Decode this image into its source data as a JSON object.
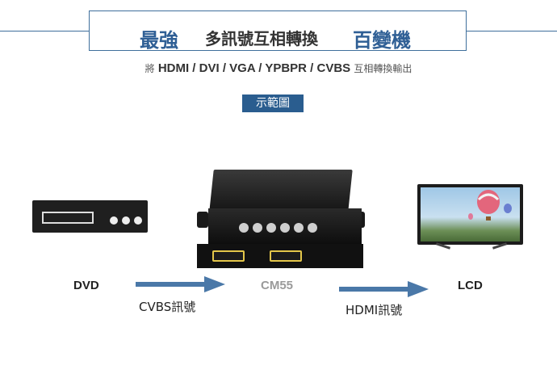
{
  "header": {
    "title_left": "最強",
    "title_middle": "多訊號互相轉換",
    "title_right": "百變機",
    "subtitle_prefix": "將",
    "subtitle_formats": "HDMI / DVI / VGA / YPBPR / CVBS",
    "subtitle_suffix": "互相轉換輸出",
    "badge": "示範圖"
  },
  "diagram": {
    "source_label": "DVD",
    "device_label": "CM55",
    "display_label": "LCD",
    "input_signal": "CVBS訊號",
    "output_signal": "HDMI訊號"
  },
  "colors": {
    "accent": "#2f5f95",
    "arrow": "#4a78a8",
    "badge_bg": "#2a5d8f"
  }
}
